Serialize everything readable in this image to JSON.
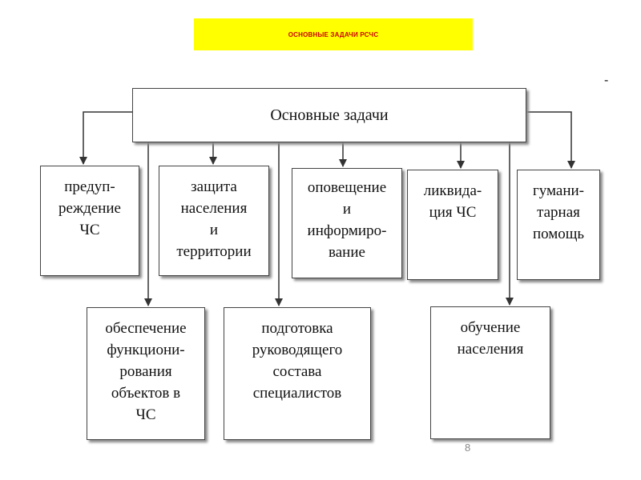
{
  "banner": {
    "text": "ОСНОВНЫЕ ЗАДАЧИ  РСЧС",
    "background": "#ffff00",
    "color": "#cc0000"
  },
  "dash": "-",
  "diagram": {
    "root": "Основные задачи",
    "top_row": [
      "предуп-\nреждение\nЧС",
      "защита\nнаселения\nи\nтерритории",
      "оповещение\nи\nинформиро-\nвание",
      "ликвида-\nция ЧС",
      "гумани-\nтарная\nпомощь"
    ],
    "bottom_row": [
      "обеспечение\nфункциони-\nрования\nобъектов в\nЧС",
      "подготовка\nруководящего\nсостава\nспециалистов",
      "обучение\nнаселения"
    ]
  },
  "page_number": "8"
}
